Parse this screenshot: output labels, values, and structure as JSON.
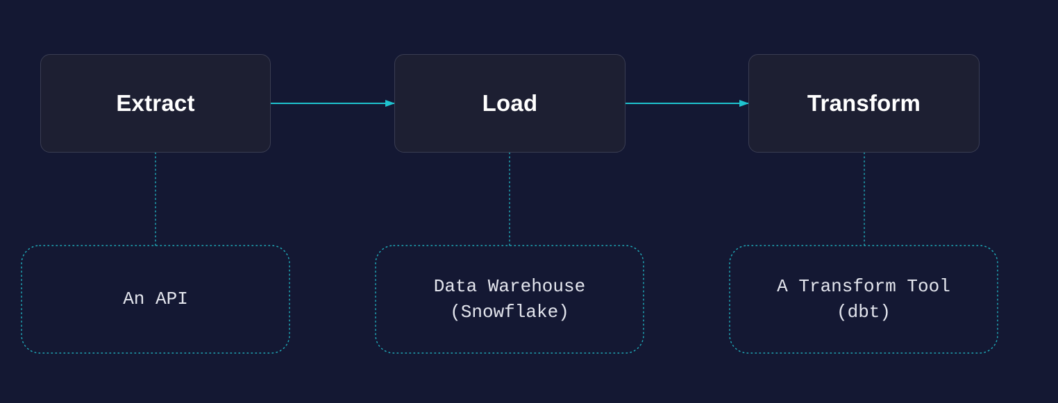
{
  "colors": {
    "background": "#141833",
    "stage_fill": "#1d1f32",
    "stage_border": "#3a3d52",
    "accent": "#1fc3cf",
    "stage_text": "#ffffff",
    "tool_text": "#e4e6ee"
  },
  "stages": [
    {
      "label": "Extract"
    },
    {
      "label": "Load"
    },
    {
      "label": "Transform"
    }
  ],
  "tools": [
    {
      "line1": "An API",
      "line2": ""
    },
    {
      "line1": "Data Warehouse",
      "line2": "(Snowflake)"
    },
    {
      "line1": "A Transform Tool",
      "line2": "(dbt)"
    }
  ]
}
